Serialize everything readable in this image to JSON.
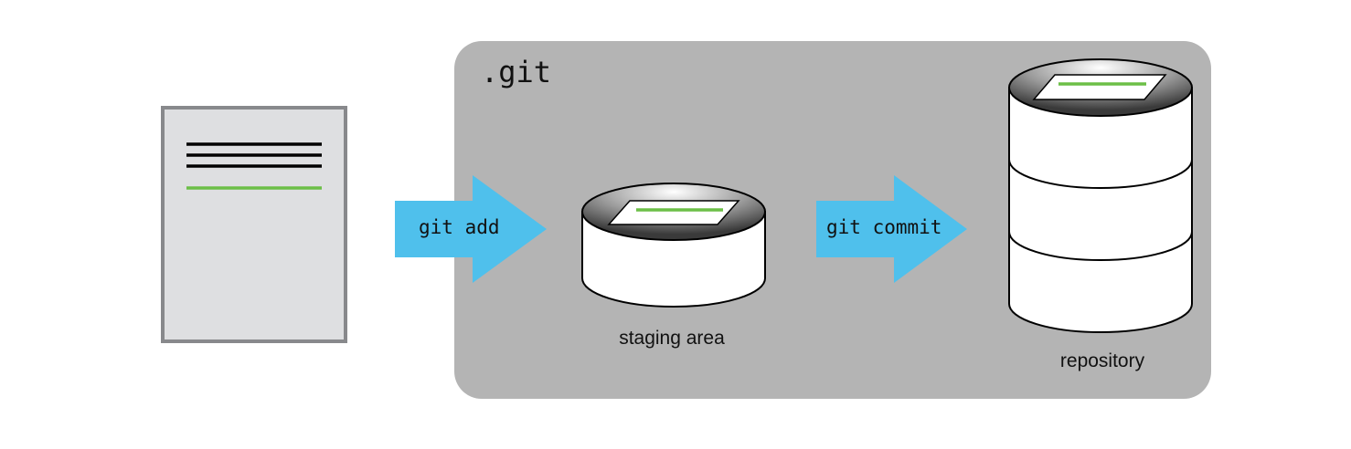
{
  "git_dir": {
    "label": ".git"
  },
  "arrows": {
    "add": {
      "label": "git add"
    },
    "commit": {
      "label": "git commit"
    }
  },
  "staging": {
    "label": "staging area"
  },
  "repository": {
    "label": "repository"
  },
  "colors": {
    "arrow": "#4fc0ec",
    "git_box": "#b4b4b4",
    "document": "#dedfe1",
    "change_line": "#6cbf47"
  }
}
